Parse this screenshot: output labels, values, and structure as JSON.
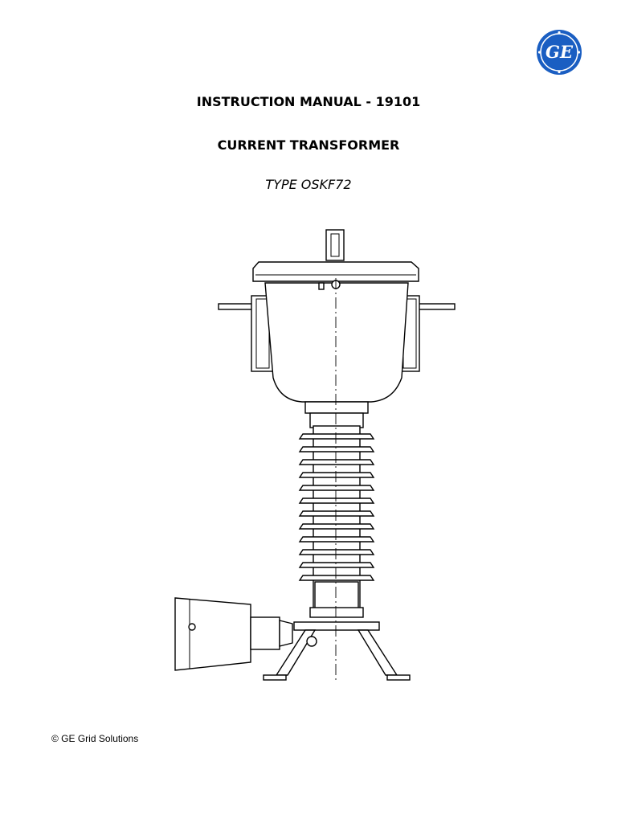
{
  "header": {
    "logo_text": "GE",
    "logo_color": "#1a5ec2"
  },
  "document": {
    "title": "INSTRUCTION MANUAL - 19101",
    "product": "CURRENT TRANSFORMER",
    "type_label": "TYPE OSKF72"
  },
  "footer": {
    "copyright": "© GE Grid Solutions"
  }
}
